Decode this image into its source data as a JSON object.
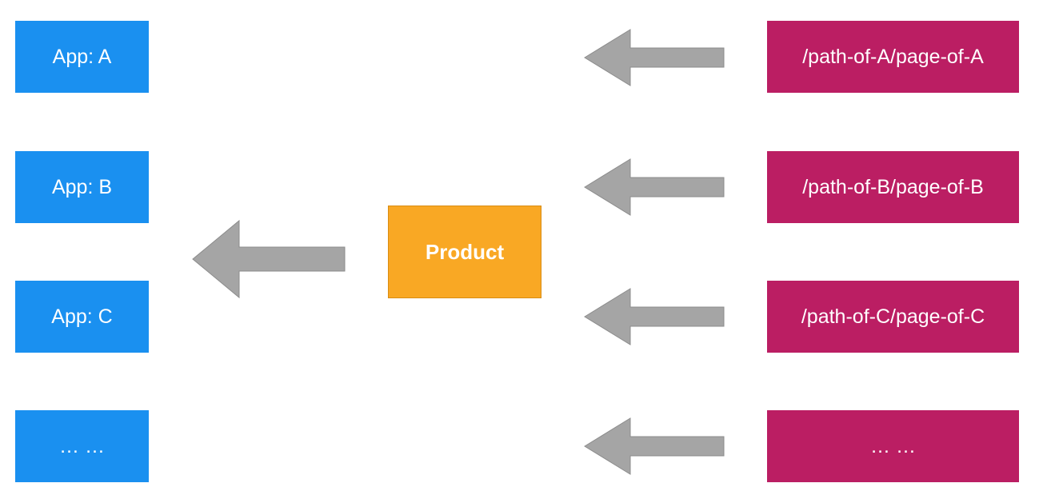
{
  "apps": [
    {
      "label": "App: A"
    },
    {
      "label": "App: B"
    },
    {
      "label": "App: C"
    },
    {
      "label": "… …"
    }
  ],
  "product": {
    "label": "Product"
  },
  "paths": [
    {
      "label": "/path-of-A/page-of-A"
    },
    {
      "label": "/path-of-B/page-of-B"
    },
    {
      "label": "/path-of-C/page-of-C"
    },
    {
      "label": "… …"
    }
  ],
  "colors": {
    "app": "#1a90f0",
    "path": "#bb1e63",
    "product": "#f9a824",
    "arrow": "#a5a5a5"
  }
}
